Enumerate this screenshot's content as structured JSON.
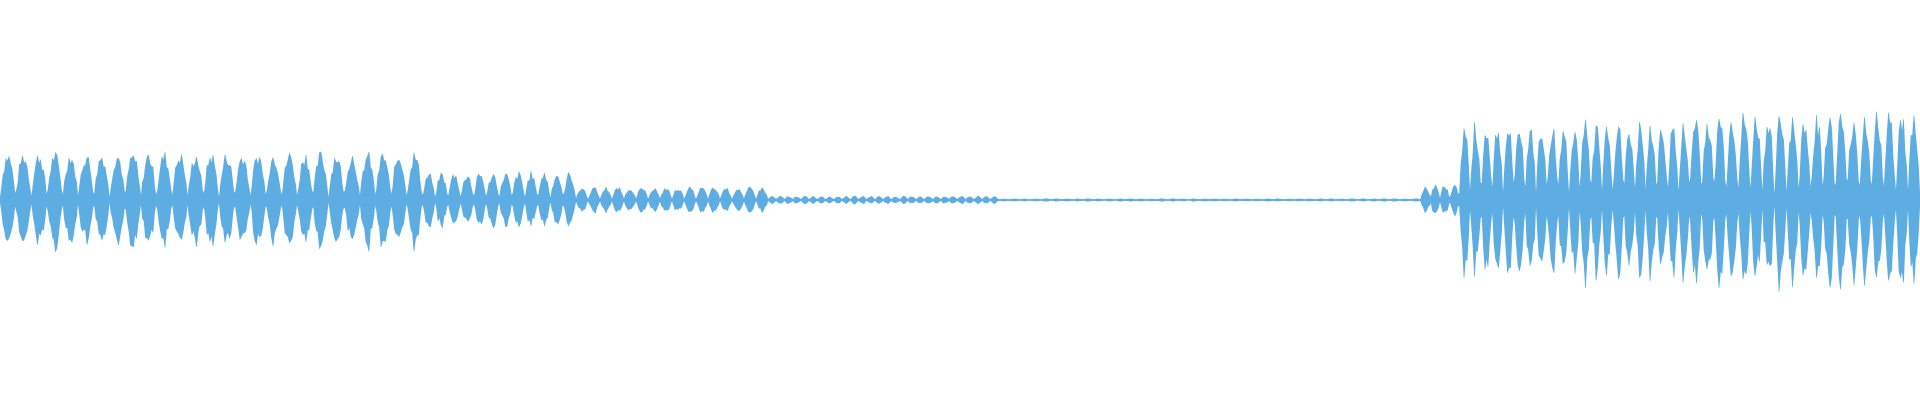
{
  "waveform": {
    "color": "#5DADE2",
    "background": "#FFFFFF",
    "segments": [
      {
        "from": 0.0,
        "to": 0.22,
        "amplitude": 0.38,
        "cycles": 27
      },
      {
        "from": 0.22,
        "to": 0.3,
        "amplitude": 0.22,
        "cycles": 12
      },
      {
        "from": 0.3,
        "to": 0.4,
        "amplitude": 0.1,
        "cycles": 16
      },
      {
        "from": 0.4,
        "to": 0.52,
        "amplitude": 0.03,
        "cycles": 28
      },
      {
        "from": 0.52,
        "to": 0.74,
        "amplitude": 0.01,
        "cycles": 40
      },
      {
        "from": 0.74,
        "to": 0.76,
        "amplitude": 0.12,
        "cycles": 4
      },
      {
        "from": 0.76,
        "to": 0.88,
        "amplitude": 0.62,
        "cycles": 21
      },
      {
        "from": 0.88,
        "to": 1.0,
        "amplitude": 0.7,
        "cycles": 19
      }
    ]
  }
}
